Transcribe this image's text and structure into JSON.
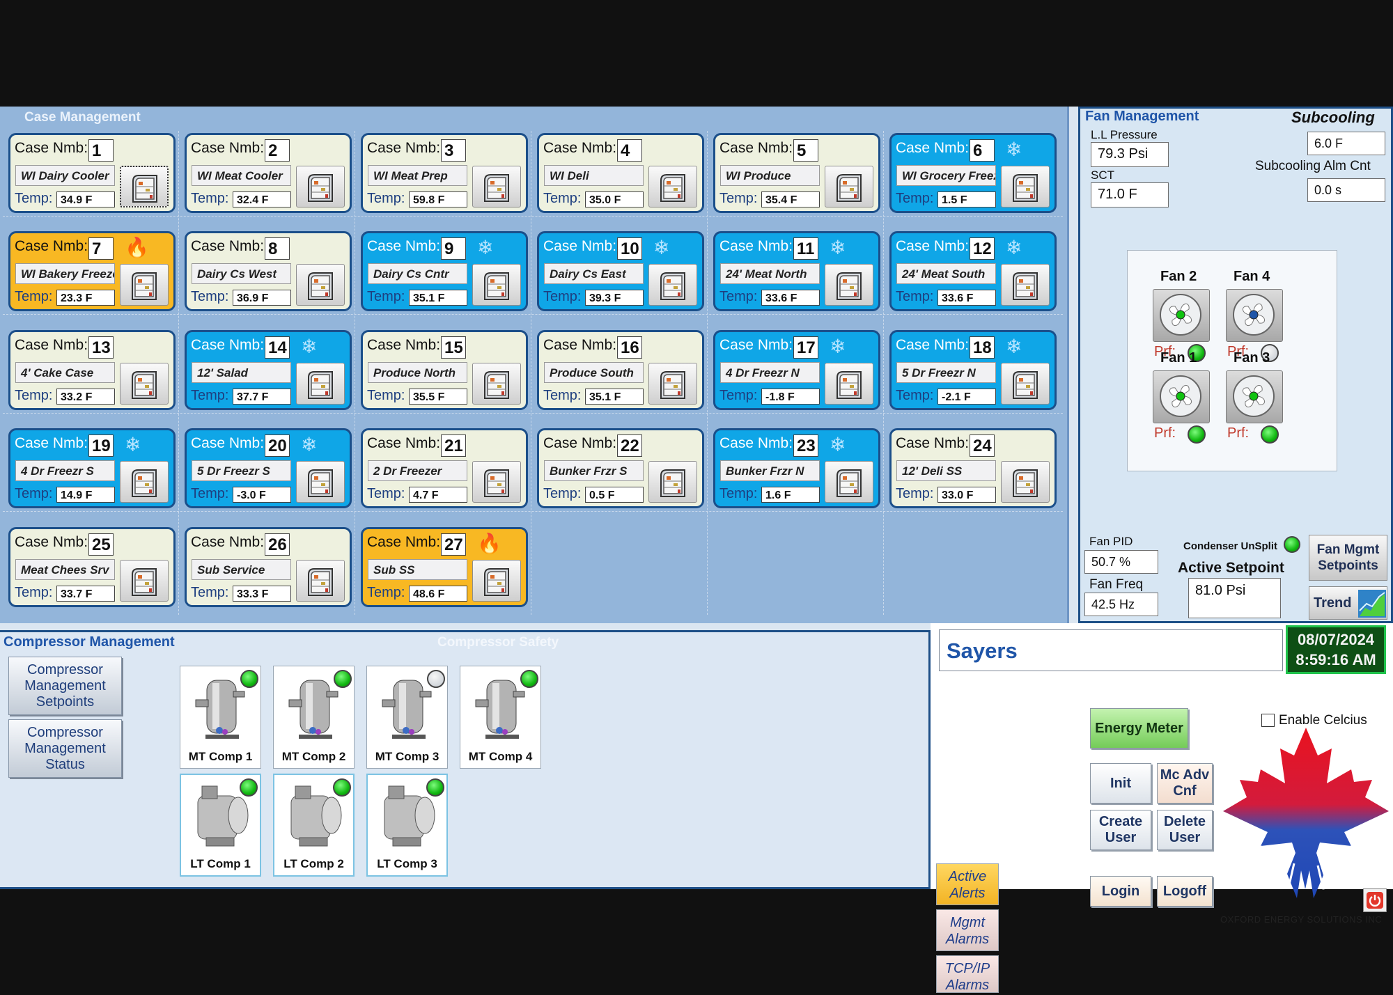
{
  "case_management": {
    "title": "Case Management",
    "case_label": "Case Nmb:",
    "temp_label": "Temp:",
    "cases": [
      {
        "num": "1",
        "name": "WI Dairy Cooler",
        "temp": "34.9 F",
        "state": "normal"
      },
      {
        "num": "2",
        "name": "WI Meat Cooler",
        "temp": "32.4 F",
        "state": "normal"
      },
      {
        "num": "3",
        "name": "WI Meat Prep",
        "temp": "59.8 F",
        "state": "normal"
      },
      {
        "num": "4",
        "name": "WI Deli",
        "temp": "35.0 F",
        "state": "normal"
      },
      {
        "num": "5",
        "name": "WI Produce",
        "temp": "35.4 F",
        "state": "normal"
      },
      {
        "num": "6",
        "name": "WI Grocery Freezer",
        "temp": "1.5 F",
        "state": "cold"
      },
      {
        "num": "7",
        "name": "WI Bakery Freezer",
        "temp": "23.3 F",
        "state": "warm"
      },
      {
        "num": "8",
        "name": "Dairy Cs West",
        "temp": "36.9 F",
        "state": "normal"
      },
      {
        "num": "9",
        "name": "Dairy Cs Cntr",
        "temp": "35.1 F",
        "state": "cold"
      },
      {
        "num": "10",
        "name": "Dairy Cs East",
        "temp": "39.3 F",
        "state": "cold"
      },
      {
        "num": "11",
        "name": "24' Meat North",
        "temp": "33.6 F",
        "state": "cold"
      },
      {
        "num": "12",
        "name": "24' Meat South",
        "temp": "33.6 F",
        "state": "cold"
      },
      {
        "num": "13",
        "name": "4' Cake Case",
        "temp": "33.2 F",
        "state": "normal"
      },
      {
        "num": "14",
        "name": "12' Salad",
        "temp": "37.7 F",
        "state": "cold"
      },
      {
        "num": "15",
        "name": "Produce North",
        "temp": "35.5 F",
        "state": "normal"
      },
      {
        "num": "16",
        "name": "Produce South",
        "temp": "35.1 F",
        "state": "normal"
      },
      {
        "num": "17",
        "name": "4 Dr Freezr N",
        "temp": "-1.8 F",
        "state": "cold"
      },
      {
        "num": "18",
        "name": "5 Dr Freezr N",
        "temp": "-2.1 F",
        "state": "cold"
      },
      {
        "num": "19",
        "name": "4 Dr Freezr S",
        "temp": "14.9 F",
        "state": "cold"
      },
      {
        "num": "20",
        "name": "5 Dr Freezr S",
        "temp": "-3.0 F",
        "state": "cold"
      },
      {
        "num": "21",
        "name": "2 Dr Freezer",
        "temp": "4.7 F",
        "state": "normal"
      },
      {
        "num": "22",
        "name": "Bunker Frzr S",
        "temp": "0.5 F",
        "state": "normal"
      },
      {
        "num": "23",
        "name": "Bunker Frzr N",
        "temp": "1.6 F",
        "state": "cold"
      },
      {
        "num": "24",
        "name": "12' Deli SS",
        "temp": "33.0 F",
        "state": "normal"
      },
      {
        "num": "25",
        "name": "Meat Chees Srv",
        "temp": "33.7 F",
        "state": "normal"
      },
      {
        "num": "26",
        "name": "Sub Service",
        "temp": "33.3 F",
        "state": "normal"
      },
      {
        "num": "27",
        "name": "Sub SS",
        "temp": "48.6 F",
        "state": "warm"
      }
    ]
  },
  "fan_management": {
    "title": "Fan Management",
    "ll_pressure_label": "L.L Pressure",
    "ll_pressure": "79.3 Psi",
    "sct_label": "SCT",
    "sct": "71.0 F",
    "subcooling_title": "Subcooling",
    "subcooling": "6.0 F",
    "subcooling_alm_label": "Subcooling Alm Cnt",
    "subcooling_alm": "0.0 s",
    "prf_label": "Prf:",
    "fans": [
      {
        "name": "Fan 2",
        "status": "on"
      },
      {
        "name": "Fan 4",
        "status": "off"
      },
      {
        "name": "Fan 1",
        "status": "on"
      },
      {
        "name": "Fan 3",
        "status": "on"
      }
    ],
    "fan_pid_label": "Fan PID",
    "fan_pid": "50.7 %",
    "fan_freq_label": "Fan Freq",
    "fan_freq": "42.5 Hz",
    "condenser_label": "Condenser UnSplit",
    "condenser_status": "on",
    "active_setpoint_label": "Active Setpoint",
    "active_setpoint": "81.0 Psi",
    "setpoints_button": "Fan Mgmt Setpoints",
    "trend_button": "Trend"
  },
  "compressor_management": {
    "title": "Compressor Management",
    "safety_label": "Compressor Safety",
    "setpoints_button": "Compressor Management Setpoints",
    "status_button": "Compressor Management Status",
    "mt_comps": [
      {
        "name": "MT Comp 1",
        "status": "on"
      },
      {
        "name": "MT Comp 2",
        "status": "on"
      },
      {
        "name": "MT Comp 3",
        "status": "off"
      },
      {
        "name": "MT Comp 4",
        "status": "on"
      }
    ],
    "lt_comps": [
      {
        "name": "LT Comp 1",
        "status": "on"
      },
      {
        "name": "LT Comp 2",
        "status": "on"
      },
      {
        "name": "LT Comp 3",
        "status": "on"
      }
    ]
  },
  "alarms": {
    "active": "Active Alerts",
    "mgmt": "Mgmt Alarms",
    "tcpip": "TCP/IP Alarms"
  },
  "site": {
    "name": "Sayers",
    "date": "08/07/2024",
    "time": "8:59:16 AM"
  },
  "controls": {
    "energy_meter": "Energy Meter",
    "enable_celcius": "Enable Celcius",
    "init": "Init",
    "mc_adv_cnf": "Mc Adv Cnf",
    "create_user": "Create User",
    "delete_user": "Delete User",
    "login": "Login",
    "logoff": "Logoff"
  },
  "brand": {
    "company": "OXFORD ENERGY SOLUTIONS INC",
    "logo_icon": "maple-leaf-icicle-icon",
    "power_icon": "power-icon"
  },
  "colors": {
    "normal_case": "#eef1df",
    "cold_case": "#0fa6e7",
    "warm_case": "#f8b823",
    "led_on": "#11b811"
  }
}
